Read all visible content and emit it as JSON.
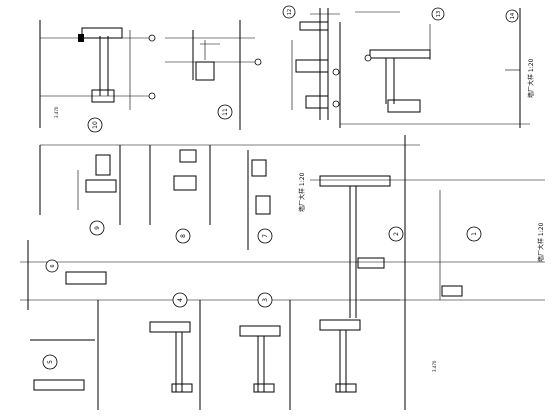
{
  "drawing": {
    "details": [
      {
        "id": "detail-10",
        "label": "10"
      },
      {
        "id": "detail-11",
        "label": "11"
      },
      {
        "id": "detail-12",
        "label": "12"
      },
      {
        "id": "detail-13",
        "label": "13"
      },
      {
        "id": "detail-14",
        "label": "14"
      },
      {
        "id": "detail-9",
        "label": "9"
      },
      {
        "id": "detail-8",
        "label": "8"
      },
      {
        "id": "detail-7",
        "label": "7"
      },
      {
        "id": "detail-6",
        "label": "6"
      },
      {
        "id": "detail-5",
        "label": "5"
      },
      {
        "id": "detail-4",
        "label": "4"
      },
      {
        "id": "detail-3",
        "label": "3"
      },
      {
        "id": "detail-2",
        "label": "2"
      },
      {
        "id": "detail-1",
        "label": "1"
      }
    ],
    "notes": {
      "note_a": "墙厂大样 1:20",
      "note_b": "墙厂大样 1:20",
      "note_c": "墙厂大样 1:20",
      "level_value": "3.470"
    },
    "colors": {
      "line": "#000000",
      "background": "#ffffff"
    }
  }
}
